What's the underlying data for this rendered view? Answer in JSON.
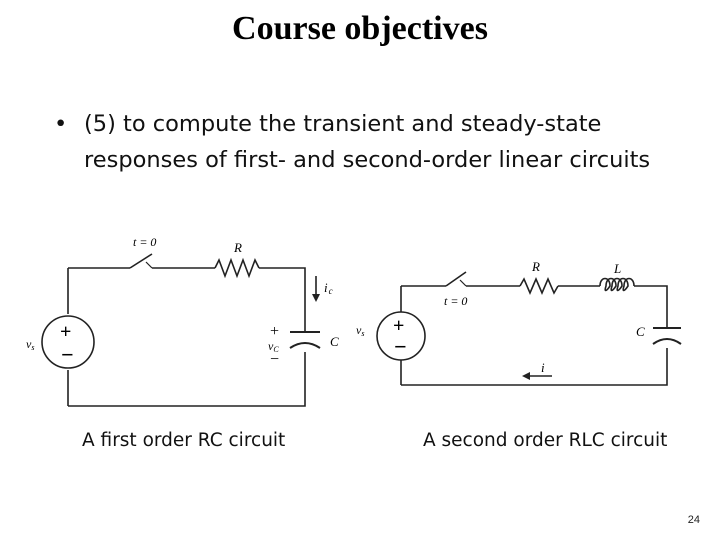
{
  "slide": {
    "title": "Course objectives",
    "bullet_symbol": "•",
    "bullet_text": "(5) to compute the transient and steady-state responses of first- and second-order linear circuits",
    "captions": {
      "left": "A first order RC circuit",
      "right": "A second order RLC circuit"
    },
    "page_number": "24"
  },
  "rc_circuit": {
    "switch_label": "t = 0",
    "resistor_label": "R",
    "current_label": "i",
    "current_sub": "c",
    "cap_voltage_label": "v",
    "cap_voltage_sub": "C",
    "capacitor_label": "C",
    "source_label": "v",
    "source_sub": "s",
    "plus": "+",
    "minus": "−"
  },
  "rlc_circuit": {
    "switch_label": "t = 0",
    "resistor_label": "R",
    "inductor_label": "L",
    "capacitor_label": "C",
    "current_label": "i",
    "source_label": "v",
    "source_sub": "s",
    "plus": "+",
    "minus": "−"
  }
}
